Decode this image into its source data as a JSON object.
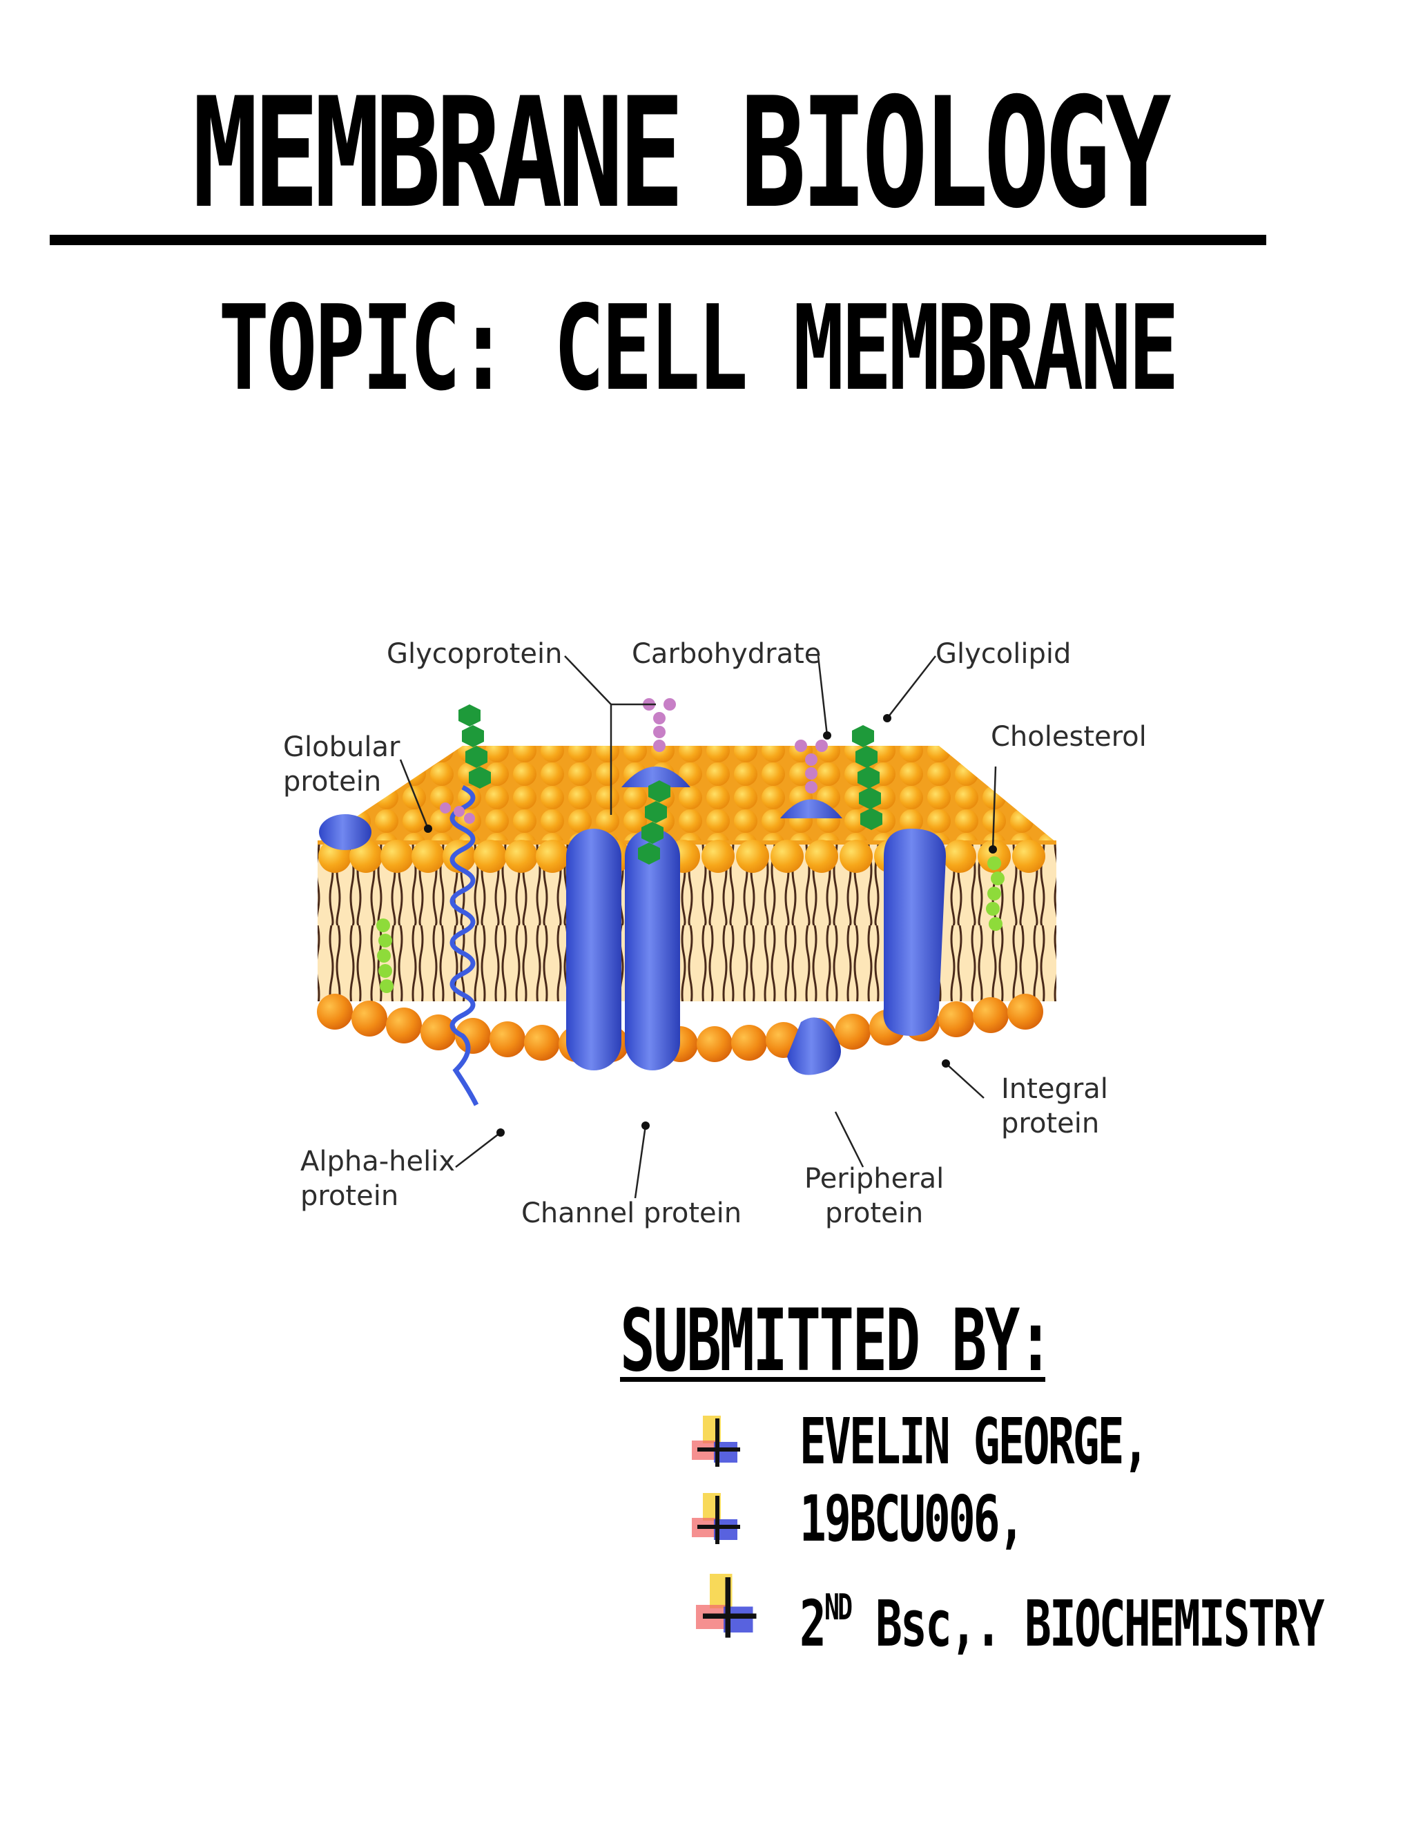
{
  "document": {
    "title": "MEMBRANE BIOLOGY",
    "topic": "TOPIC: CELL MEMBRANE"
  },
  "figure": {
    "labels": {
      "glycoprotein": "Glycoprotein",
      "carbohydrate": "Carbohydrate",
      "glycolipid": "Glycolipid",
      "globular_protein": [
        "Globular",
        "protein"
      ],
      "cholesterol": "Cholesterol",
      "integral_protein": [
        "Integral",
        "protein"
      ],
      "alpha_helix_protein": [
        "Alpha-helix",
        "protein"
      ],
      "channel_protein": "Channel protein",
      "peripheral_protein": [
        "Peripheral",
        "protein"
      ]
    },
    "colors": {
      "lipid_head": "#f7a81b",
      "protein": "#4a63e0",
      "glycan_green": "#1e9a3a",
      "carbohydrate_pink": "#c77fc6"
    }
  },
  "submission": {
    "heading": "SUBMITTED BY:",
    "items": [
      {
        "text": "EVELIN GEORGE,"
      },
      {
        "text": "19BCU006,"
      },
      {
        "text": "2",
        "sup": "ND",
        "suffix": " Bsc,. BIOCHEMISTRY"
      }
    ],
    "bullet_icon": "colored-cross-bullet-icon"
  }
}
